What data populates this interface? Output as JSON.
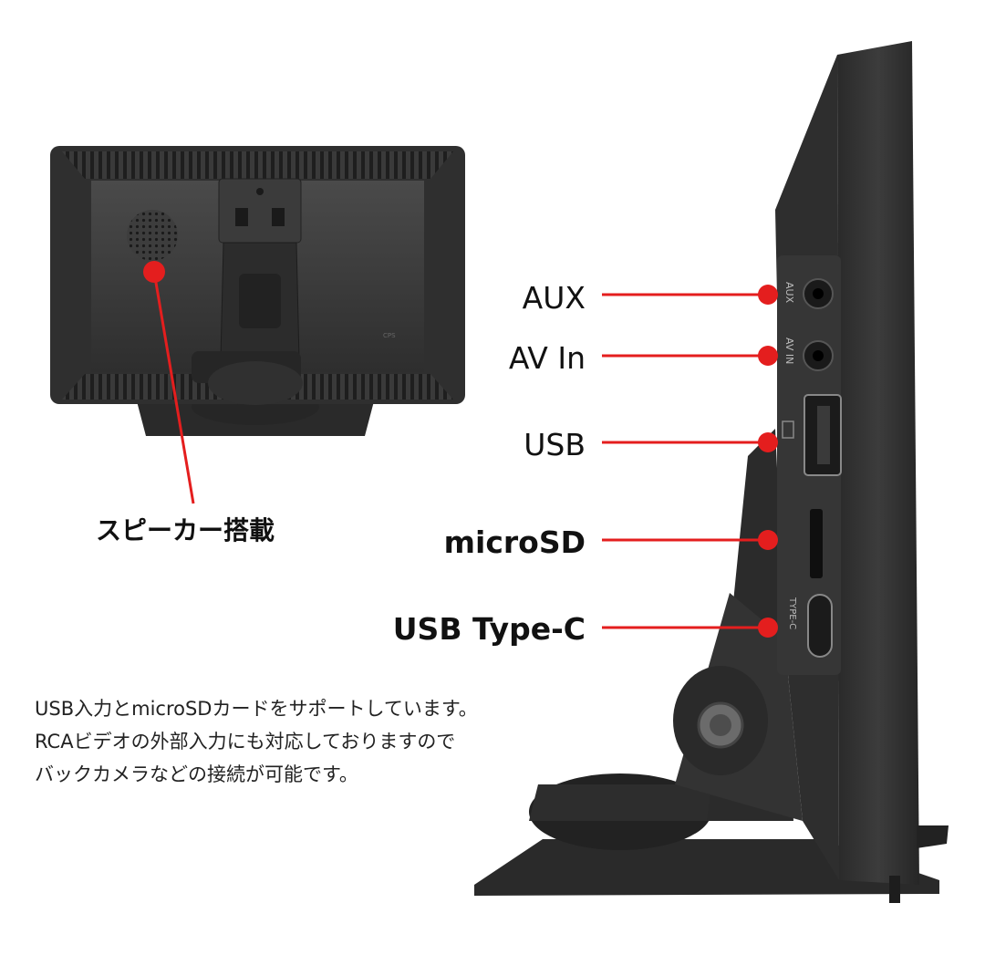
{
  "labels": {
    "aux": "AUX",
    "av_in": "AV In",
    "usb": "USB",
    "microsd": "microSD",
    "usb_type_c": "USB Type-C",
    "speaker": "スピーカー搭載"
  },
  "port_markings": {
    "aux": "AUX",
    "av_in": "AV IN",
    "type_c": "TYPE-C"
  },
  "description": {
    "lines": [
      "USB入力とmicroSDカードをサポートしています。",
      "RCAビデオの外部入力にも対応しておりますので",
      "バックカメラなどの接続が可能です。"
    ]
  },
  "colors": {
    "accent": "#e41e1e",
    "device_dark": "#2b2b2b",
    "device_mid": "#3a3a3a",
    "text": "#111111"
  }
}
